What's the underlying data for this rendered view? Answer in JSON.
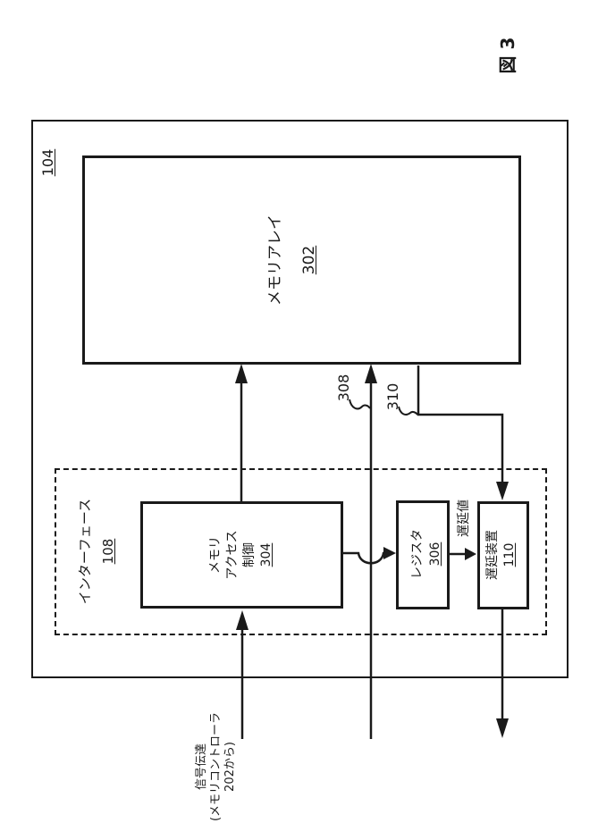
{
  "figure": {
    "caption": "図 3",
    "system": {
      "ref": "104"
    },
    "memory_array": {
      "label": "メモリアレイ",
      "ref": "302"
    },
    "interface": {
      "label": "インターフェース",
      "ref": "108"
    },
    "memory_access_control": {
      "line1": "メモリ",
      "line2": "アクセス",
      "line3": "制御",
      "ref": "304"
    },
    "register": {
      "label": "レジスタ",
      "ref": "306"
    },
    "delay_device": {
      "label": "遅延装置",
      "ref": "110"
    },
    "delay_value": {
      "label": "遅延値"
    },
    "signals": {
      "line_308": "308",
      "line_310": "310"
    },
    "input_signal": {
      "line1": "信号伝達",
      "line2": "(メモリコントローラ",
      "line3": "202から)"
    }
  },
  "colors": {
    "ink": "#1a1a1a",
    "background": "#ffffff"
  }
}
